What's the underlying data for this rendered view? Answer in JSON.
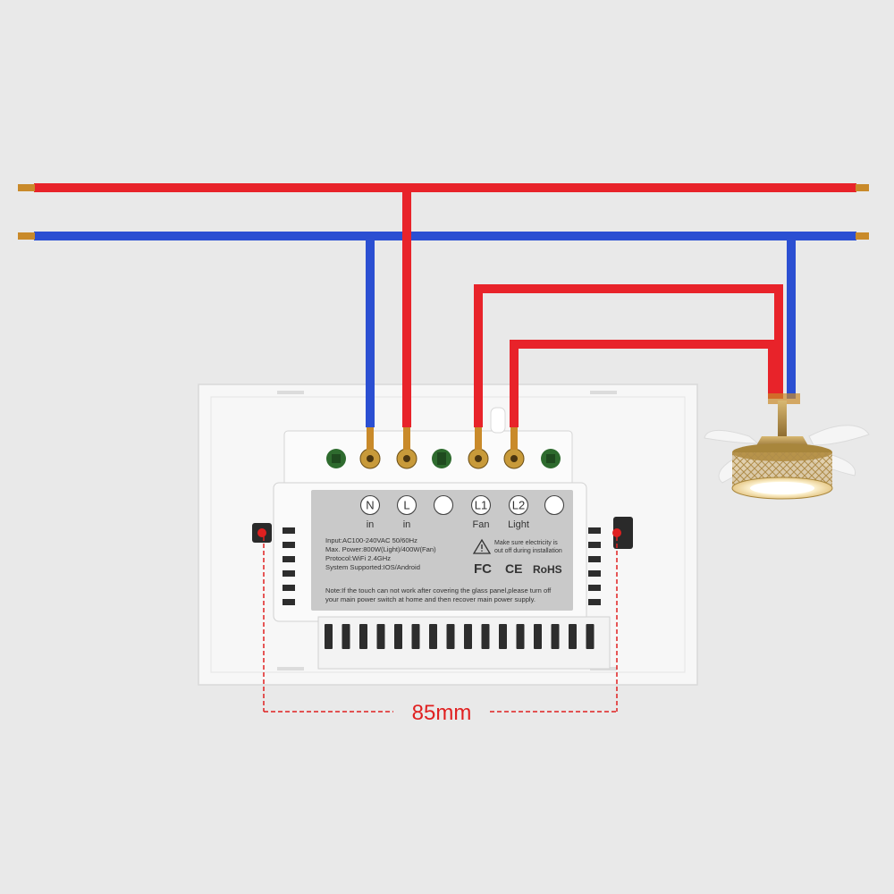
{
  "colors": {
    "background": "#e9e9e9",
    "live_wire": "#e8232a",
    "neutral_wire": "#2b4fd2",
    "copper_tip": "#c98a2a",
    "switch_plate": "#f7f7f7",
    "label_panel": "#c9c9c9",
    "dimension": "#e02020"
  },
  "terminals": [
    {
      "letter": "N",
      "caption": "in"
    },
    {
      "letter": "L",
      "caption": "in"
    },
    {
      "letter": "",
      "caption": ""
    },
    {
      "letter": "L1",
      "caption": "Fan"
    },
    {
      "letter": "L2",
      "caption": "Light"
    },
    {
      "letter": "",
      "caption": ""
    }
  ],
  "specs": [
    "Input:AC100-240VAC 50/60Hz",
    "Max. Power:800W(Light)/400W(Fan)",
    "Protocol:WiFi 2.4GHz",
    "System Supported:IOS/Android"
  ],
  "warning": [
    "Make sure electricity is",
    "out off during installation"
  ],
  "certifications": {
    "fc": "FC",
    "ce": "CE",
    "rohs": "RoHS"
  },
  "note": [
    "Note:If the touch can not work after covering the glass panel,please turn off",
    "your main power switch at home and then recover main power supply."
  ],
  "dimension": {
    "label": "85mm"
  },
  "icons": {
    "warning": "warning-triangle-icon",
    "fan": "ceiling-fan-icon"
  }
}
